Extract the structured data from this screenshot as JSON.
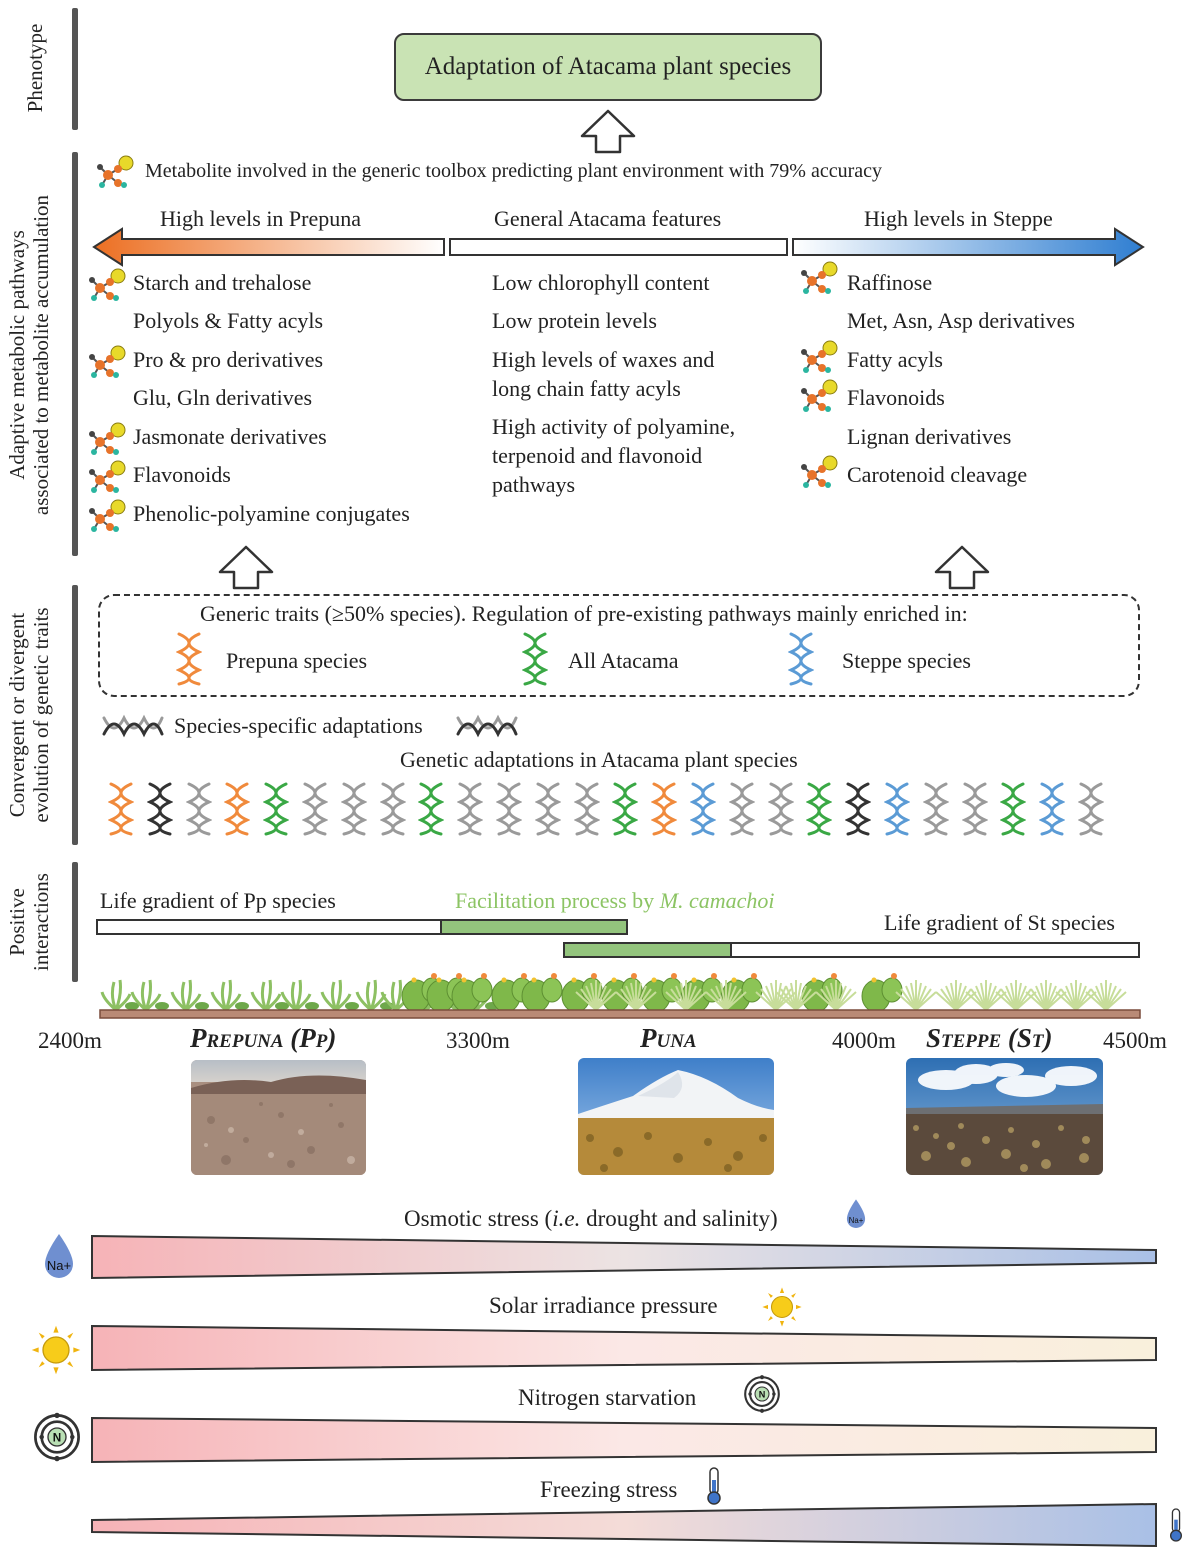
{
  "sections": {
    "phenotype": "Phenotype",
    "pathways_line1": "Adaptive metabolic pathways",
    "pathways_line2": "associated to metabolite accumulation",
    "genetic_line1": "Convergent or divergent",
    "genetic_line2": "evolution of genetic traits",
    "interactions_line1": "Positive",
    "interactions_line2": "interactions"
  },
  "phenotype_box": "Adaptation of Atacama plant species",
  "legend_metabolite": "Metabolite involved in the generic toolbox predicting plant environment with 79% accuracy",
  "gradient_headers": {
    "prepuna": "High levels in Prepuna",
    "general": "General Atacama features",
    "steppe": "High levels in Steppe"
  },
  "prepuna_items": [
    {
      "label": "Starch and trehalose",
      "icon": true
    },
    {
      "label": "Polyols & Fatty acyls",
      "icon": false
    },
    {
      "label": "Pro & pro derivatives",
      "icon": true
    },
    {
      "label": "Glu, Gln derivatives",
      "icon": false
    },
    {
      "label": "Jasmonate derivatives",
      "icon": true
    },
    {
      "label": "Flavonoids",
      "icon": true
    },
    {
      "label": "Phenolic-polyamine conjugates",
      "icon": true
    }
  ],
  "general_items": [
    "Low chlorophyll content",
    "Low protein levels",
    "High levels of waxes and",
    "long chain fatty acyls",
    "High activity of polyamine,",
    "terpenoid and flavonoid",
    "pathways"
  ],
  "steppe_items": [
    {
      "label": "Raffinose",
      "icon": true
    },
    {
      "label": "Met, Asn, Asp derivatives",
      "icon": false
    },
    {
      "label": "Fatty acyls",
      "icon": true
    },
    {
      "label": "Flavonoids",
      "icon": true
    },
    {
      "label": "Lignan derivatives",
      "icon": false
    },
    {
      "label": "Carotenoid cleavage",
      "icon": true
    }
  ],
  "generic_traits": {
    "title": "Generic traits (≥50% species). Regulation of pre-existing pathways mainly enriched in:",
    "prepuna": "Prepuna species",
    "all": "All Atacama",
    "steppe": "Steppe species"
  },
  "species_specific": "Species-specific adaptations",
  "genetic_adaptations": "Genetic adaptations in Atacama plant species",
  "dna_colors": [
    "orange",
    "dark",
    "gray",
    "orange",
    "green",
    "gray",
    "gray",
    "gray",
    "green",
    "gray",
    "gray",
    "gray",
    "gray",
    "green",
    "orange",
    "blue",
    "gray",
    "gray",
    "green",
    "dark",
    "blue",
    "gray",
    "gray",
    "green",
    "blue",
    "gray"
  ],
  "colors": {
    "orange": "#f08a3c",
    "green": "#3aa845",
    "blue": "#5b9bd5",
    "gray": "#9a9a9a",
    "dark": "#333333",
    "light_green": "#93c47d",
    "pheno_fill": "#c9e3b4"
  },
  "interactions": {
    "pp_gradient": "Life gradient of Pp species",
    "facilitation": "Facilitation process by ",
    "facilitation_species": "M. camachoi",
    "st_gradient": "Life gradient of St species"
  },
  "altitudes": [
    "2400m",
    "3300m",
    "4000m",
    "4500m"
  ],
  "zones": {
    "prepuna": "Prepuna (Pp)",
    "puna": "Puna",
    "steppe": "Steppe (St)"
  },
  "stresses": {
    "osmotic_pre": "Osmotic stress (",
    "osmotic_ie": "i.e.",
    "osmotic_post": " drought and salinity)",
    "solar": "Solar irradiance pressure",
    "nitrogen": "Nitrogen starvation",
    "freezing": "Freezing stress",
    "na_label": "Na+",
    "n_label": "N"
  }
}
